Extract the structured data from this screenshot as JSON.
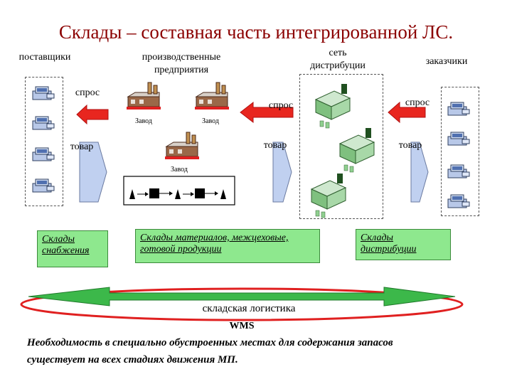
{
  "title": "Склады – составная часть интегрированной ЛС.",
  "header": {
    "suppliers": "поставщики",
    "production_line1": "производственные",
    "production_line2": "предприятия",
    "network_line1": "сеть",
    "network_line2": "дистрибуции",
    "customers": "заказчики"
  },
  "flow": {
    "demand_left": "спрос",
    "demand_mid": "спрос",
    "demand_right": "спрос",
    "goods_left": "товар",
    "goods_mid": "товар",
    "goods_right": "товар"
  },
  "factories": [
    "Завод",
    "Завод",
    "Завод"
  ],
  "boxes": {
    "supply_line1": "Склады",
    "supply_line2": "снабжения",
    "materials_line1": "Склады материалов, межцеховые,",
    "materials_line2": "готовой продукции",
    "distribution_line1": "Склады",
    "distribution_line2": "дистрибуции"
  },
  "bottom": {
    "logistics": "складская логистика",
    "wms": "WMS",
    "note_line1": "Необходимость в специально обустроенных местах для содержания запасов",
    "note_line2": "существует  на всех стадиях движения МП."
  },
  "colors": {
    "title": "#8b0000",
    "demand_arrow": "#e8261f",
    "goods_arrow": "#c0d0f0",
    "box_green": "#8ee88e",
    "ellipse": "#e02020",
    "green_arrow": "#3cb84a"
  }
}
